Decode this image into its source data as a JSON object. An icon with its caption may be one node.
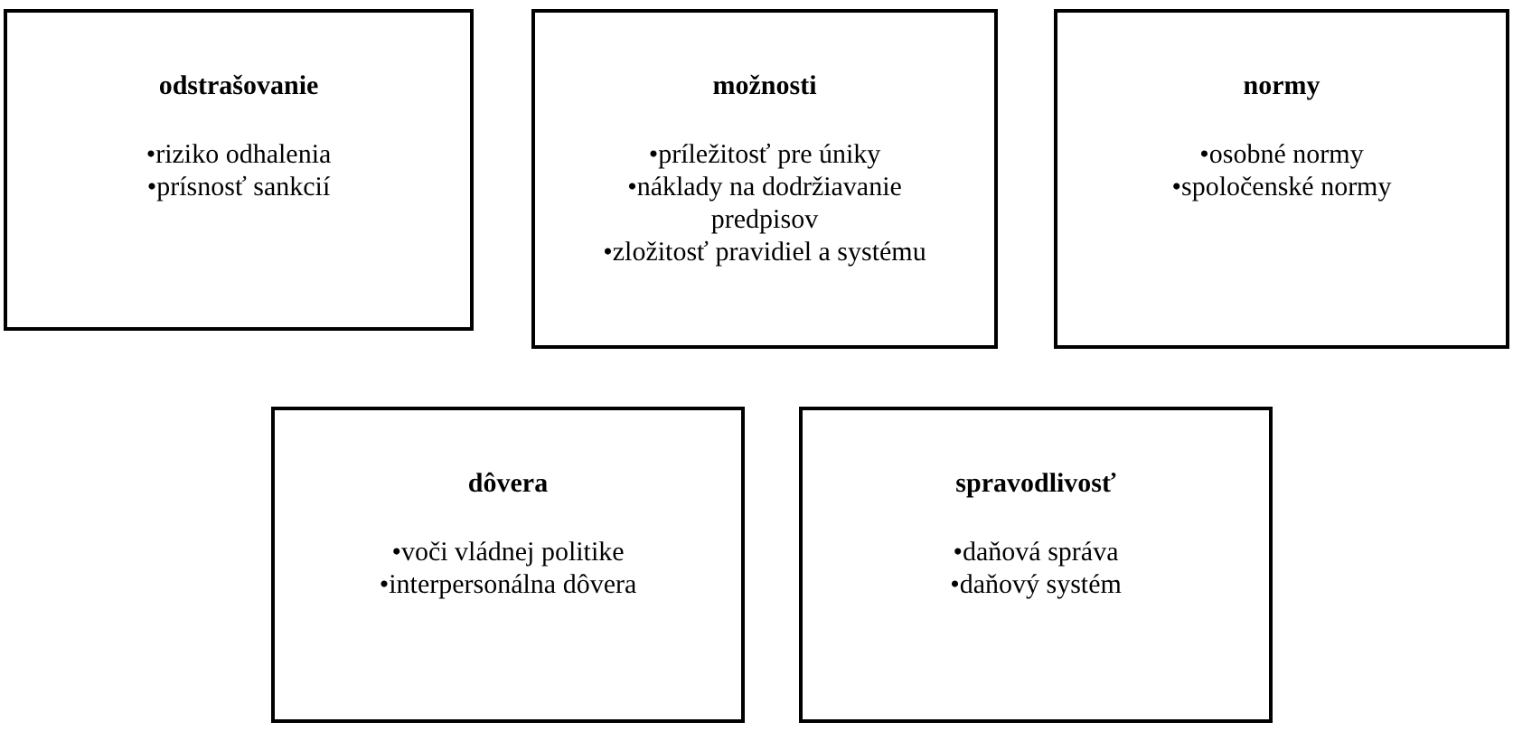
{
  "diagram": {
    "nodes": [
      {
        "text": [
          "odstrašovanie",
          "•riziko odhalenia",
          "•prísnosť sankcií"
        ]
      },
      {
        "text": [
          "možnosti",
          "•príležitosť pre úniky",
          "•náklady na dodržiavanie predpisov",
          "•zložitosť pravidiel a systému"
        ]
      },
      {
        "text": [
          "normy",
          "•osobné normy",
          "•spoločenské normy"
        ]
      },
      {
        "text": [
          "dôvera",
          "•voči vládnej politike",
          "•interpersonálna dôvera"
        ]
      },
      {
        "text": [
          "spravodlivosť",
          "•daňová správa",
          "•daňový systém"
        ]
      }
    ]
  }
}
